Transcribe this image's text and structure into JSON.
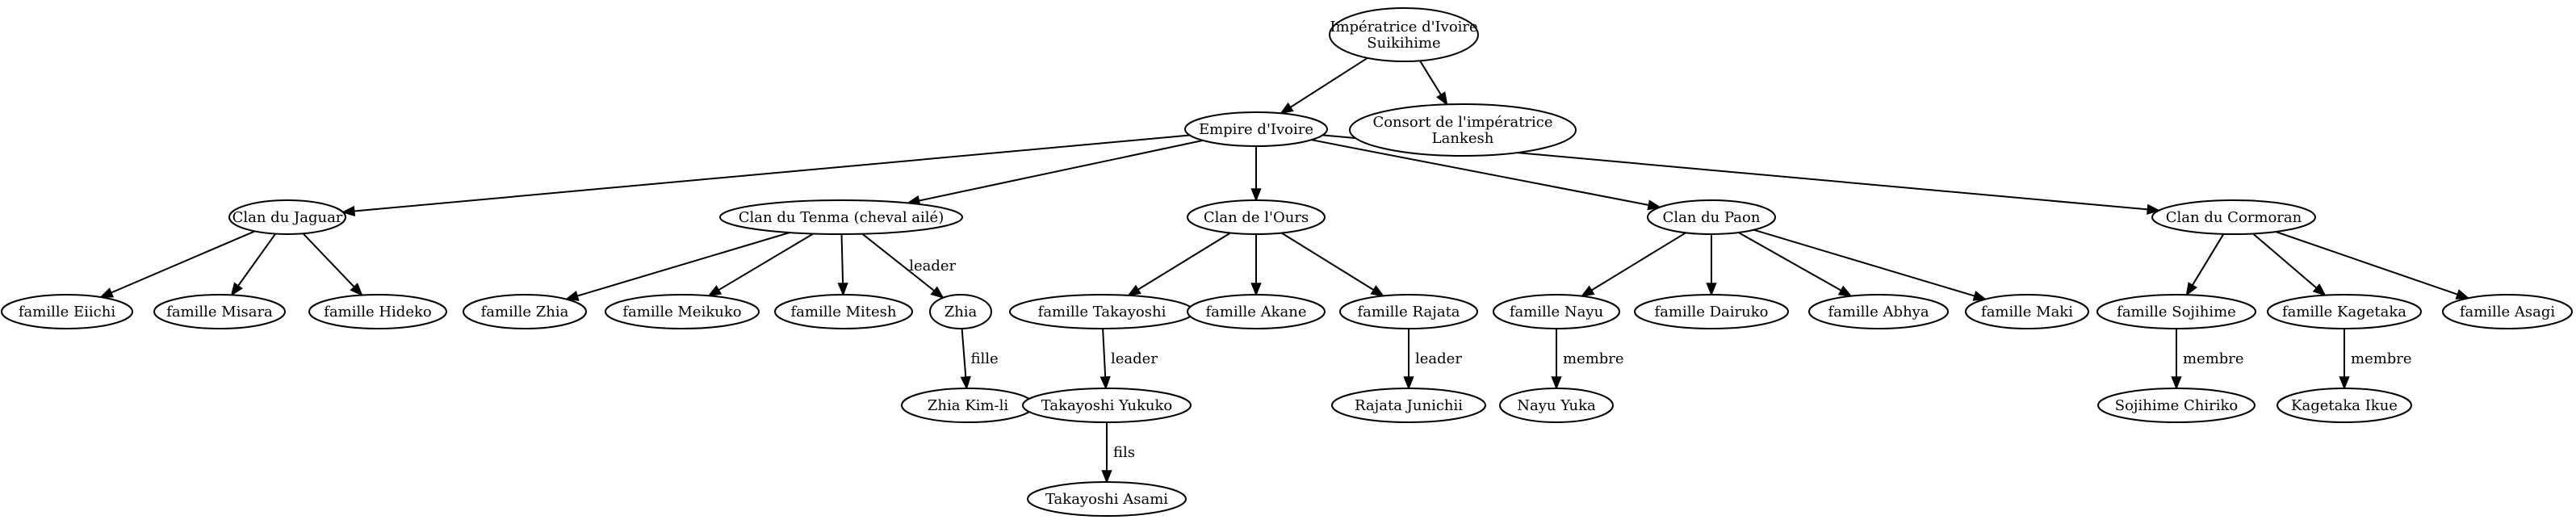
{
  "nodes": {
    "imperatrice": {
      "lines": [
        "Impératrice d'Ivoire",
        "Suikihime"
      ]
    },
    "empire": {
      "lines": [
        "Empire d'Ivoire"
      ]
    },
    "consort": {
      "lines": [
        "Consort de l'impératrice",
        "Lankesh"
      ]
    },
    "jaguar": {
      "lines": [
        "Clan du Jaguar"
      ]
    },
    "tenma": {
      "lines": [
        "Clan du Tenma (cheval ailé)"
      ]
    },
    "ours": {
      "lines": [
        "Clan de l'Ours"
      ]
    },
    "paon": {
      "lines": [
        "Clan du Paon"
      ]
    },
    "cormoran": {
      "lines": [
        "Clan du Cormoran"
      ]
    },
    "eiichi": {
      "lines": [
        "famille Eiichi"
      ]
    },
    "misara": {
      "lines": [
        "famille Misara"
      ]
    },
    "hideko": {
      "lines": [
        "famille Hideko"
      ]
    },
    "fzhia": {
      "lines": [
        "famille Zhia"
      ]
    },
    "meikuko": {
      "lines": [
        "famille Meikuko"
      ]
    },
    "mitesh": {
      "lines": [
        "famille Mitesh"
      ]
    },
    "zhia": {
      "lines": [
        "Zhia"
      ]
    },
    "takayoshi": {
      "lines": [
        "famille Takayoshi"
      ]
    },
    "akane": {
      "lines": [
        "famille Akane"
      ]
    },
    "rajata": {
      "lines": [
        "famille Rajata"
      ]
    },
    "nayu": {
      "lines": [
        "famille Nayu"
      ]
    },
    "dairuko": {
      "lines": [
        "famille Dairuko"
      ]
    },
    "abhya": {
      "lines": [
        "famille Abhya"
      ]
    },
    "maki": {
      "lines": [
        "famille Maki"
      ]
    },
    "sojihime": {
      "lines": [
        "famille Sojihime"
      ]
    },
    "kagetaka": {
      "lines": [
        "famille Kagetaka"
      ]
    },
    "asagi": {
      "lines": [
        "famille Asagi"
      ]
    },
    "zhiakimli": {
      "lines": [
        "Zhia Kim-li"
      ]
    },
    "yukuko": {
      "lines": [
        "Takayoshi Yukuko"
      ]
    },
    "junichii": {
      "lines": [
        "Rajata Junichii"
      ]
    },
    "nayuyuka": {
      "lines": [
        "Nayu Yuka"
      ]
    },
    "chiriko": {
      "lines": [
        "Sojihime Chiriko"
      ]
    },
    "ikue": {
      "lines": [
        "Kagetaka Ikue"
      ]
    },
    "asami": {
      "lines": [
        "Takayoshi Asami"
      ]
    }
  },
  "edges": [
    {
      "from": "imperatrice",
      "to": "empire",
      "label": ""
    },
    {
      "from": "imperatrice",
      "to": "consort",
      "label": ""
    },
    {
      "from": "empire",
      "to": "jaguar",
      "label": ""
    },
    {
      "from": "empire",
      "to": "tenma",
      "label": ""
    },
    {
      "from": "empire",
      "to": "ours",
      "label": ""
    },
    {
      "from": "empire",
      "to": "paon",
      "label": ""
    },
    {
      "from": "empire",
      "to": "cormoran",
      "label": ""
    },
    {
      "from": "jaguar",
      "to": "eiichi",
      "label": ""
    },
    {
      "from": "jaguar",
      "to": "misara",
      "label": ""
    },
    {
      "from": "jaguar",
      "to": "hideko",
      "label": ""
    },
    {
      "from": "tenma",
      "to": "fzhia",
      "label": ""
    },
    {
      "from": "tenma",
      "to": "meikuko",
      "label": ""
    },
    {
      "from": "tenma",
      "to": "mitesh",
      "label": ""
    },
    {
      "from": "tenma",
      "to": "zhia",
      "label": "leader"
    },
    {
      "from": "zhia",
      "to": "zhiakimli",
      "label": "fille"
    },
    {
      "from": "ours",
      "to": "takayoshi",
      "label": ""
    },
    {
      "from": "ours",
      "to": "akane",
      "label": ""
    },
    {
      "from": "ours",
      "to": "rajata",
      "label": ""
    },
    {
      "from": "takayoshi",
      "to": "yukuko",
      "label": "leader"
    },
    {
      "from": "yukuko",
      "to": "asami",
      "label": "fils"
    },
    {
      "from": "rajata",
      "to": "junichii",
      "label": "leader"
    },
    {
      "from": "paon",
      "to": "nayu",
      "label": ""
    },
    {
      "from": "paon",
      "to": "dairuko",
      "label": ""
    },
    {
      "from": "paon",
      "to": "abhya",
      "label": ""
    },
    {
      "from": "paon",
      "to": "maki",
      "label": ""
    },
    {
      "from": "nayu",
      "to": "nayuyuka",
      "label": "membre"
    },
    {
      "from": "cormoran",
      "to": "sojihime",
      "label": ""
    },
    {
      "from": "cormoran",
      "to": "kagetaka",
      "label": ""
    },
    {
      "from": "cormoran",
      "to": "asagi",
      "label": ""
    },
    {
      "from": "sojihime",
      "to": "chiriko",
      "label": "membre"
    },
    {
      "from": "kagetaka",
      "to": "ikue",
      "label": "membre"
    }
  ]
}
